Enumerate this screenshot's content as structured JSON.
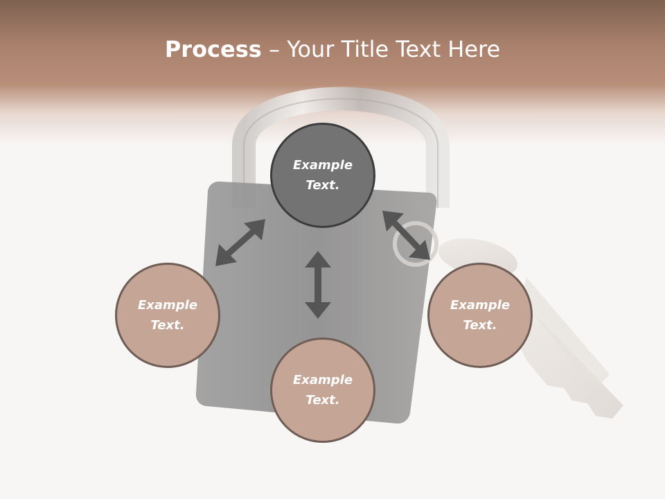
{
  "title": {
    "bold": "Process",
    "rest": " – Your Title Text Here"
  },
  "diagram": {
    "nodes": [
      {
        "id": "top",
        "line1": "Example",
        "line2": "Text."
      },
      {
        "id": "left",
        "line1": "Example",
        "line2": "Text."
      },
      {
        "id": "right",
        "line1": "Example",
        "line2": "Text."
      },
      {
        "id": "bottom",
        "line1": "Example",
        "line2": "Text."
      }
    ]
  },
  "colors": {
    "header": "#b98f7a",
    "center_node": "#737373",
    "outer_node": "#c4a596",
    "node_border": "#6f5d55",
    "arrow": "#555555",
    "background": "#f8f6f5"
  },
  "icons": {
    "background_image": "padlock-with-keys-image",
    "arrows": "double-headed-arrow-icon"
  }
}
